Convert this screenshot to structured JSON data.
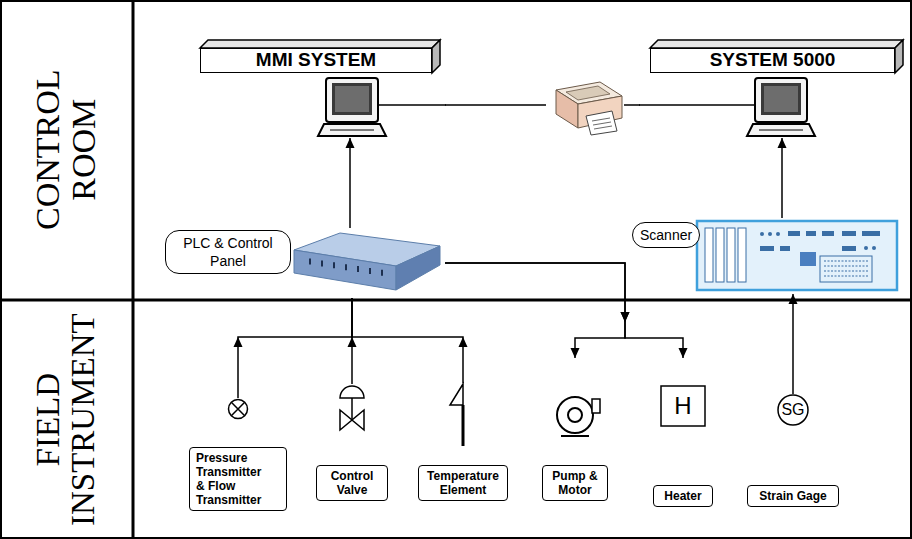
{
  "diagram": {
    "nodes": [
      {
        "text": [
          "CONTROL ROOM"
        ]
      },
      {
        "text": [
          "MMI SYSTEM"
        ],
        "in": 0
      },
      {
        "text": [
          "SYSTEM 5000"
        ],
        "in": 0
      },
      {
        "text": [
          "PLC & Control Panel"
        ],
        "in": 0
      },
      {
        "text": [
          "Scanner"
        ],
        "in": 0
      },
      {
        "text": [
          "FIELD INSTRUMENT"
        ]
      },
      {
        "text": [
          "Pressure Transmitter & Flow Transmitter"
        ],
        "in": 5
      },
      {
        "text": [
          "Control Valve"
        ],
        "in": 5
      },
      {
        "text": [
          "Temperature Element"
        ],
        "in": 5
      },
      {
        "text": [
          "Pump & Motor"
        ],
        "in": 5
      },
      {
        "text": [
          "Heater"
        ],
        "in": 5
      },
      {
        "text": [
          "Strain Gage"
        ],
        "in": 5
      }
    ],
    "edges": [
      {
        "from": 3,
        "to": 1,
        "arrow": "to"
      },
      {
        "from": 4,
        "to": 2,
        "arrow": "to"
      },
      {
        "from": 1,
        "to": 2,
        "arrow": "none"
      },
      {
        "from": 6,
        "to": 3,
        "arrow": "to"
      },
      {
        "from": 7,
        "to": 3,
        "arrow": "to"
      },
      {
        "from": 8,
        "to": 3,
        "arrow": "to"
      },
      {
        "from": 3,
        "to": 9,
        "arrow": "to"
      },
      {
        "from": 3,
        "to": 10,
        "arrow": "to"
      },
      {
        "from": 11,
        "to": 4,
        "arrow": "to"
      }
    ],
    "labels": [
      "H",
      "SG"
    ]
  }
}
